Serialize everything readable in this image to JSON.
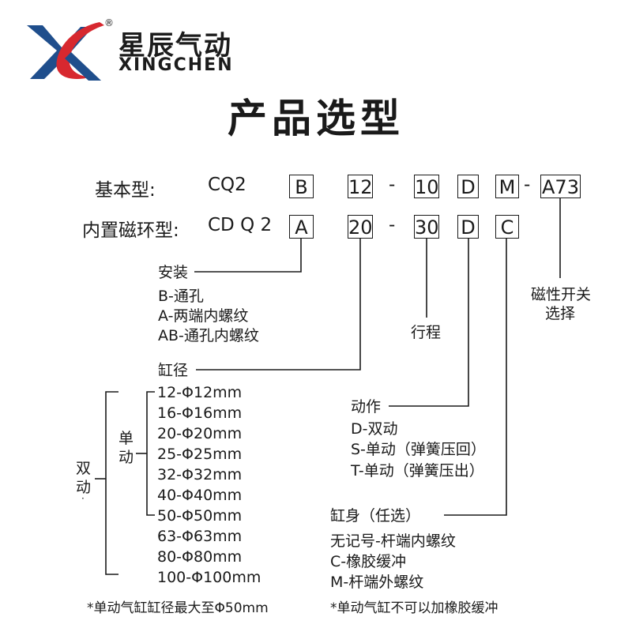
{
  "brand": {
    "name_cn": "星辰气动",
    "name_en": "XINGCHEN",
    "registered_mark": "®"
  },
  "title": "产品选型",
  "rows": {
    "basic": {
      "label": "基本型:",
      "model": "CQ2",
      "mount": "B",
      "bore": "12",
      "dash1": "-",
      "stroke": "10",
      "action": "D",
      "body": "M",
      "dash2": "-",
      "switch": "A73"
    },
    "magnetic": {
      "label": "内置磁环型:",
      "model": "CD Q 2",
      "mount": "A",
      "bore": "20",
      "dash1": "-",
      "stroke": "30",
      "action": "D",
      "body": "C"
    }
  },
  "mounting": {
    "title": "安装",
    "options": [
      "B-通孔",
      "A-两端内螺纹",
      "AB-通孔内螺纹"
    ]
  },
  "stroke_label": "行程",
  "switch_label": [
    "磁性开关",
    "选择"
  ],
  "bore": {
    "title": "缸径",
    "options": [
      "12-Φ12mm",
      "16-Φ16mm",
      "20-Φ20mm",
      "25-Φ25mm",
      "32-Φ32mm",
      "40-Φ40mm",
      "50-Φ50mm",
      "63-Φ63mm",
      "80-Φ80mm",
      "100-Φ100mm"
    ],
    "single_label": [
      "单",
      "动"
    ],
    "double_label": [
      "双",
      "动",
      "·"
    ],
    "note": "*单动气缸缸径最大至Φ50mm"
  },
  "action": {
    "title": "动作",
    "options": [
      "D-双动",
      "S-单动（弹簧压回）",
      "T-单动（弹簧压出）"
    ]
  },
  "body": {
    "title": "缸身（任选）",
    "options": [
      "无记号-杆端内螺纹",
      "C-橡胶缓冲",
      "M-杆端外螺纹"
    ],
    "note": "*单动气缸不可以加橡胶缓冲"
  },
  "colors": {
    "logo_blue": "#1f4e8c",
    "logo_red": "#d7282f",
    "ink": "#1a1a1a"
  }
}
